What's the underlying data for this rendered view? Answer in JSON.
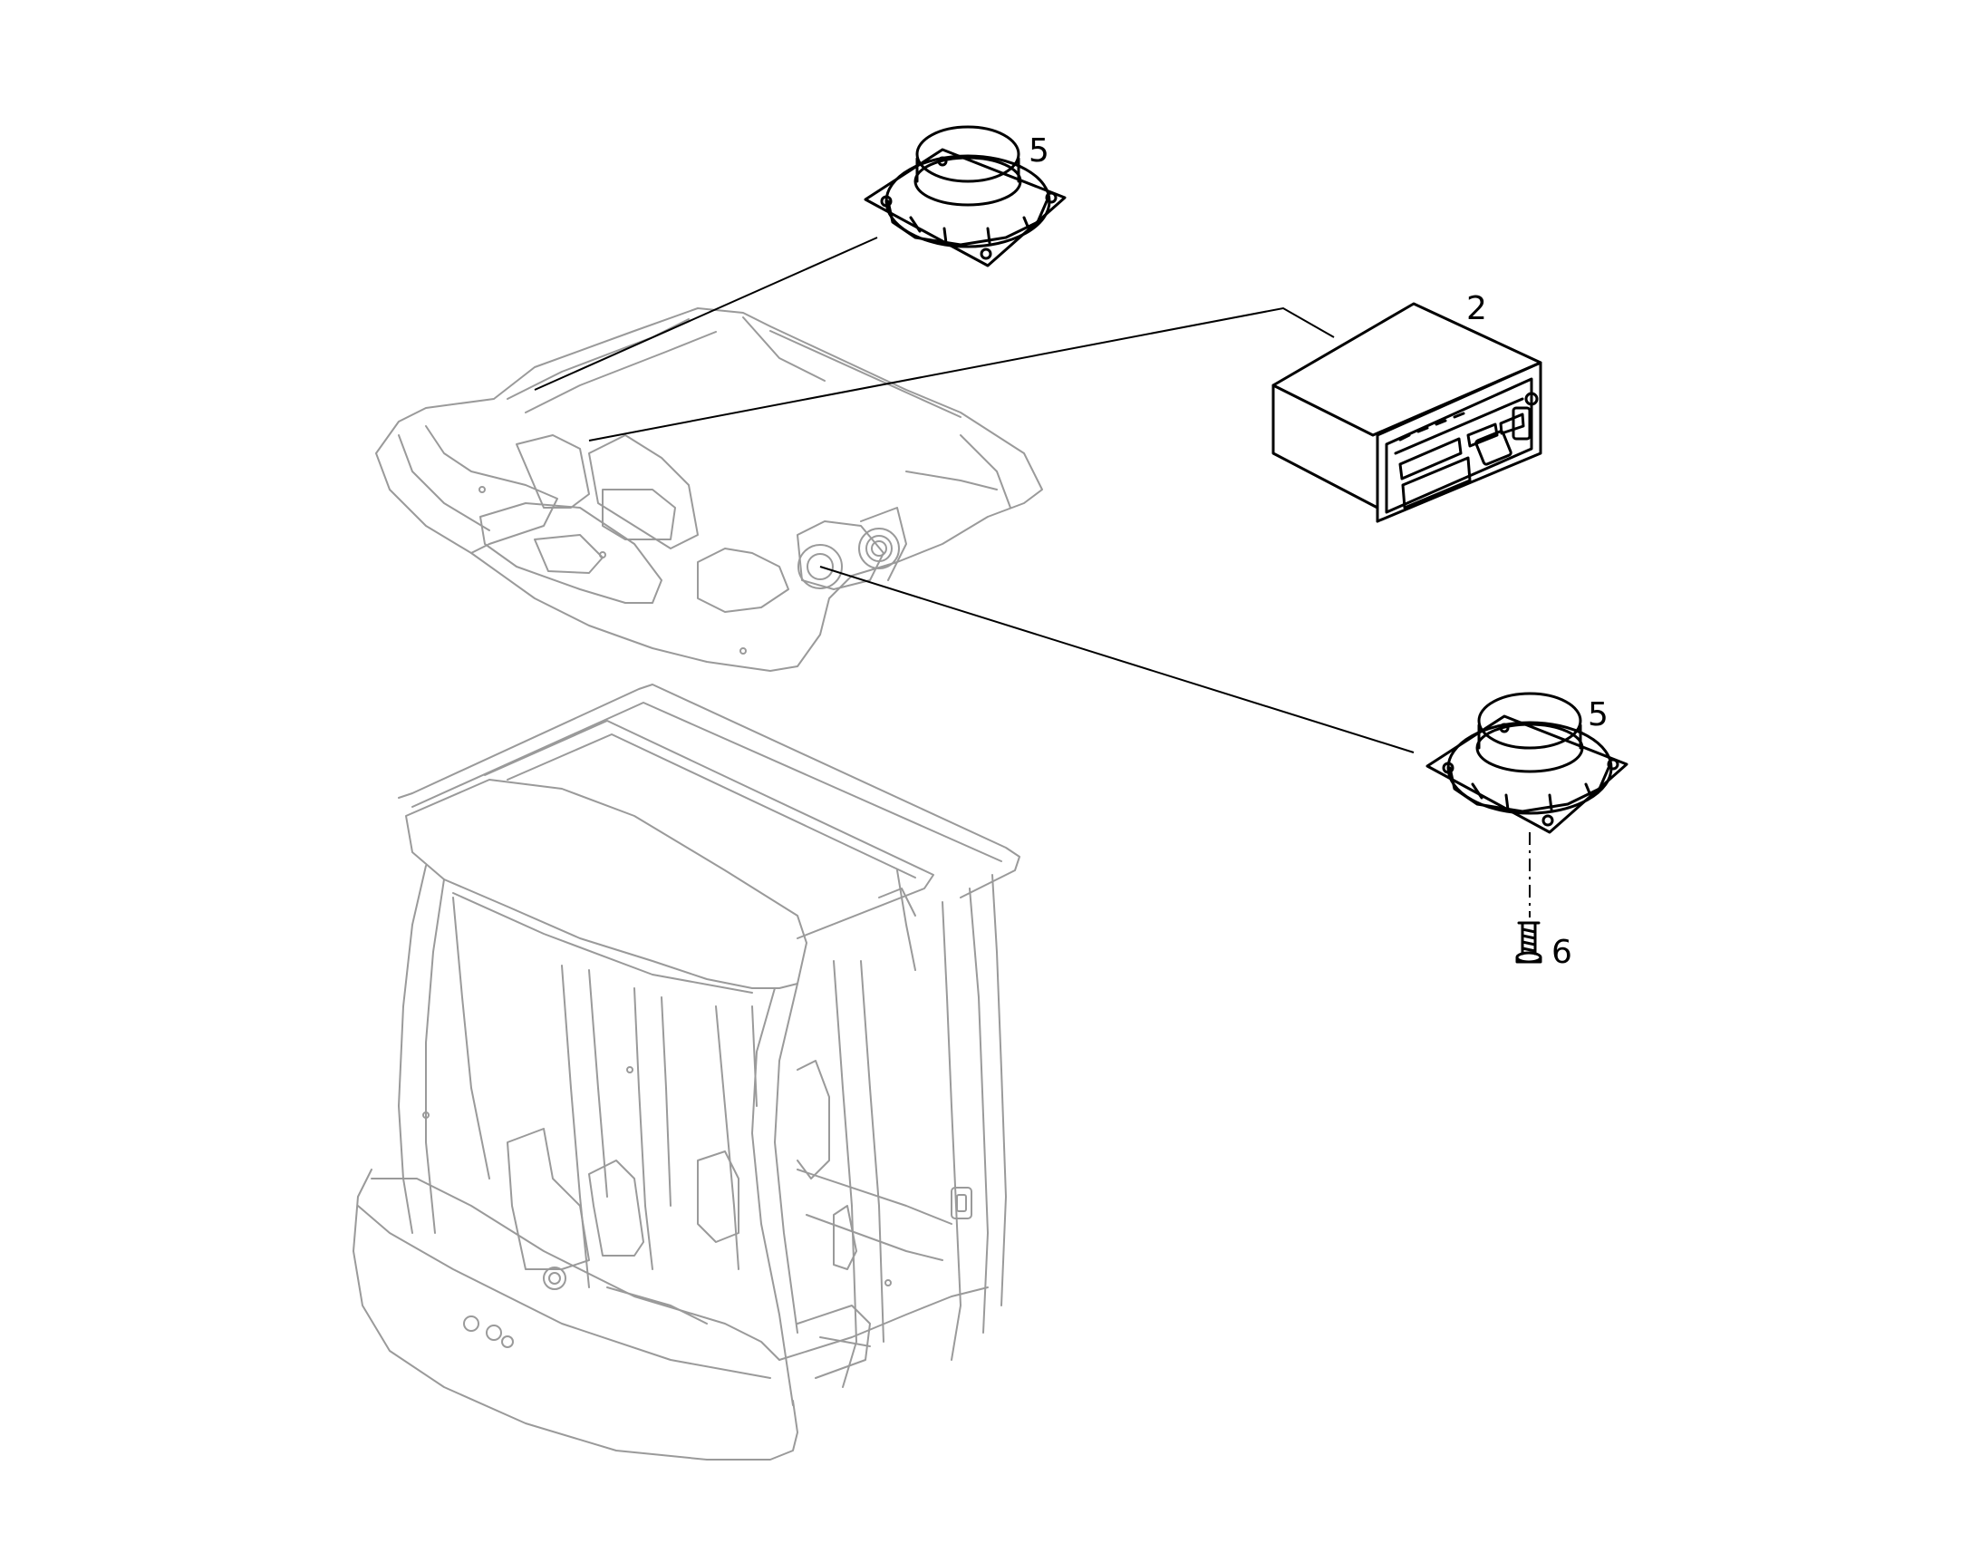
{
  "callouts": {
    "speaker_top": "5",
    "radio": "2",
    "speaker_right": "5",
    "screw": "6"
  },
  "colors": {
    "outline_light": "#9a9a9a",
    "outline_dark": "#000000",
    "background": "#ffffff"
  }
}
